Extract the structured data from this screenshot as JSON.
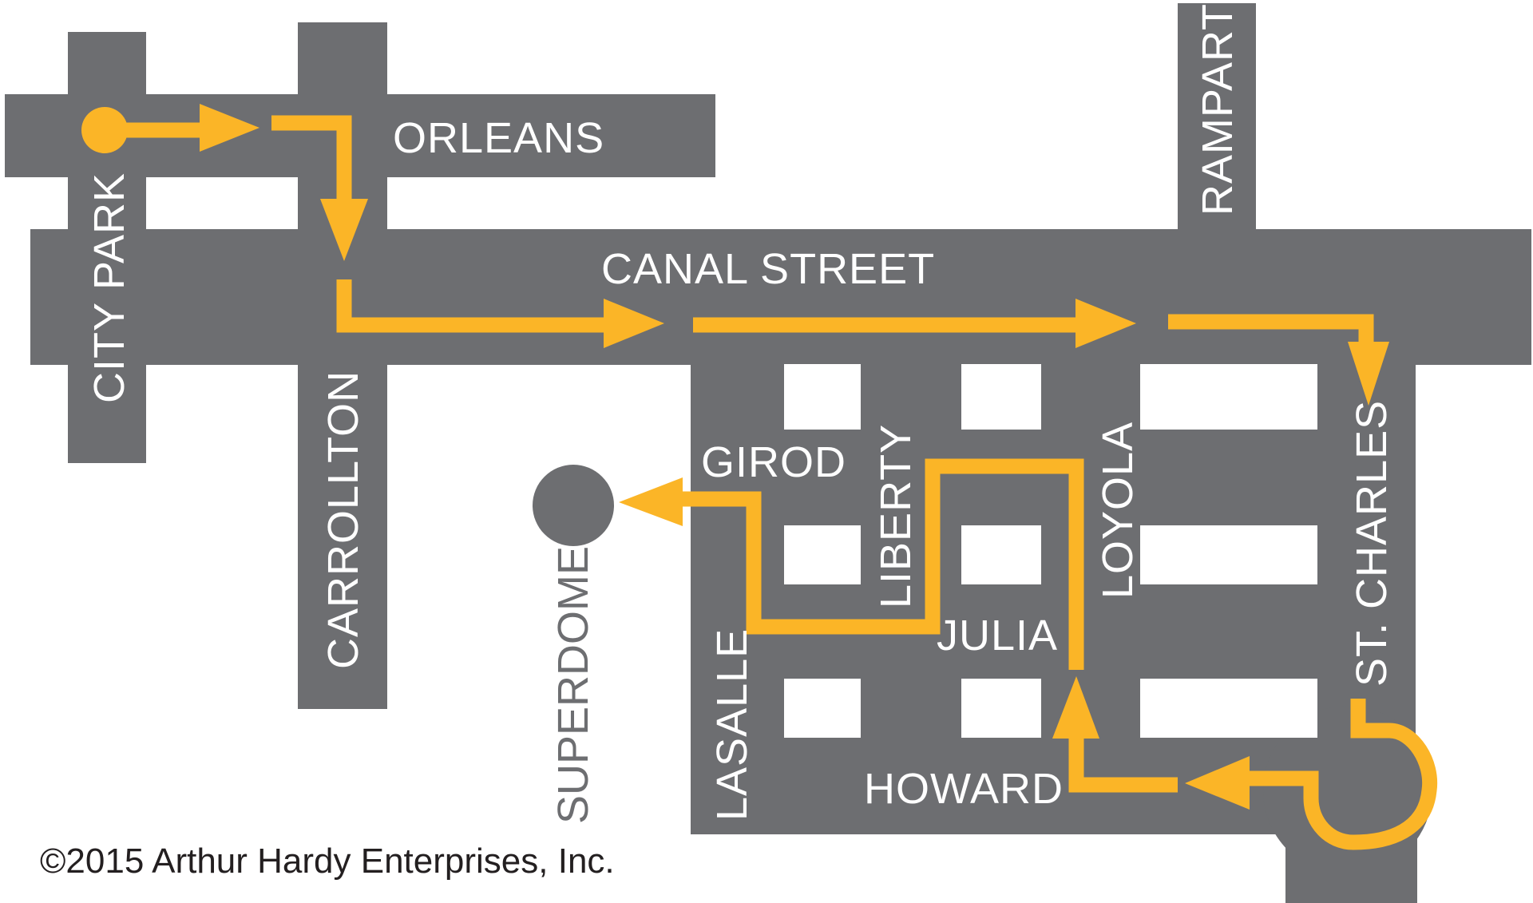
{
  "streets": {
    "orleans": "ORLEANS",
    "canal": "CANAL  STREET",
    "rampart": "RAMPART",
    "city_park": "CITY PARK",
    "carrollton": "CARROLLTON",
    "girod": "GIROD",
    "liberty": "LIBERTY",
    "loyola": "LOYOLA",
    "st_charles": "ST. CHARLES",
    "julia": "JULIA",
    "lasalle": "LASALLE",
    "howard": "HOWARD"
  },
  "landmarks": {
    "superdome": "SUPERDOME"
  },
  "copyright": "©2015 Arthur Hardy Enterprises, Inc.",
  "colors": {
    "road": "#6d6e71",
    "route": "#fbb527",
    "background": "#ffffff",
    "street_text": "#ffffff"
  }
}
